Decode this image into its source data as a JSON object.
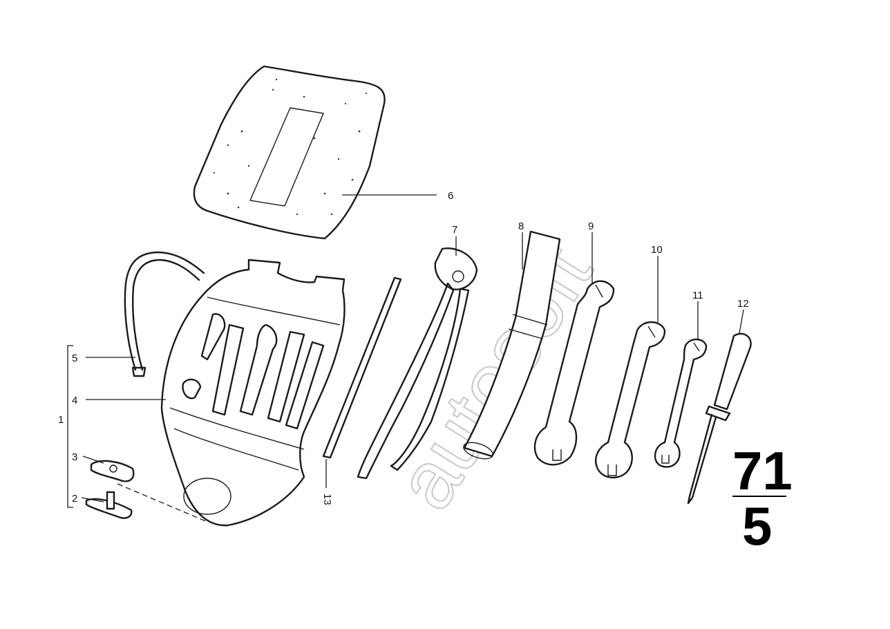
{
  "callouts": {
    "c1": "1",
    "c2": "2",
    "c3": "3",
    "c4": "4",
    "c5": "5",
    "c6": "6",
    "c7": "7",
    "c8": "8",
    "c9": "9",
    "c10": "10",
    "c11": "11",
    "c12": "12",
    "c13": "13"
  },
  "page_number": {
    "top": "71",
    "bottom": "5"
  },
  "watermark": "autosoft",
  "colors": {
    "line": "#1a1a1a",
    "background": "#ffffff",
    "watermark": "#c8c8c8"
  }
}
